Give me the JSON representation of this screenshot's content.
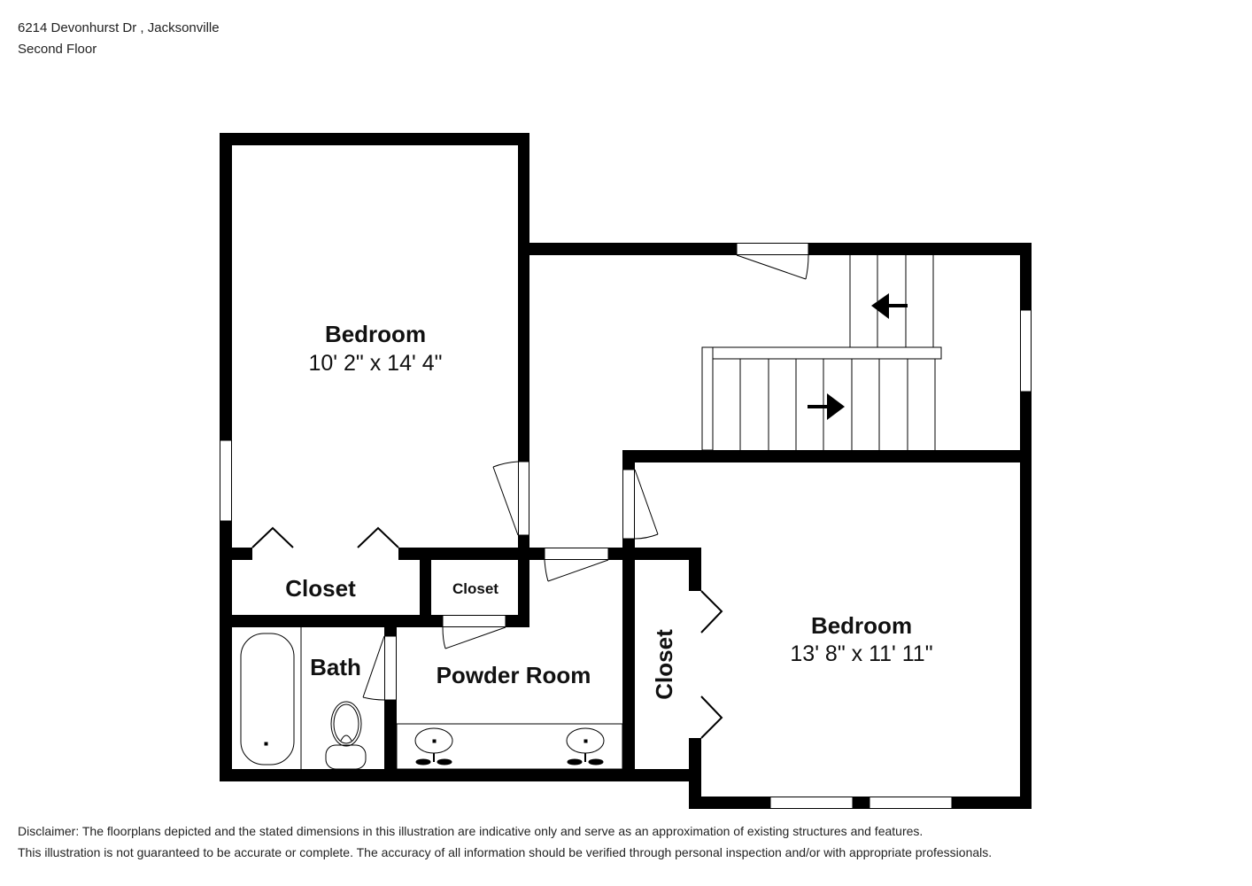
{
  "header": {
    "address": "6214 Devonhurst Dr , Jacksonville",
    "floor": "Second Floor"
  },
  "rooms": [
    {
      "id": "bedroom-1",
      "name": "Bedroom",
      "dimensions": "10' 2\" x 14' 4\""
    },
    {
      "id": "closet-1",
      "name": "Closet"
    },
    {
      "id": "closet-2",
      "name": "Closet"
    },
    {
      "id": "bath",
      "name": "Bath"
    },
    {
      "id": "powder-room",
      "name": "Powder Room"
    },
    {
      "id": "closet-3",
      "name": "Closet"
    },
    {
      "id": "bedroom-2",
      "name": "Bedroom",
      "dimensions": "13' 8\" x 11' 11\""
    }
  ],
  "colors": {
    "wall": "#000000",
    "background": "#ffffff",
    "fixture_line": "#111111"
  },
  "disclaimer": {
    "line1": "Disclaimer: The floorplans depicted and the stated dimensions in this illustration are indicative only and serve as an approximation of existing structures and features.",
    "line2": "This illustration is not guaranteed to be accurate or complete. The accuracy of all information should be verified through personal inspection and/or with appropriate professionals."
  }
}
